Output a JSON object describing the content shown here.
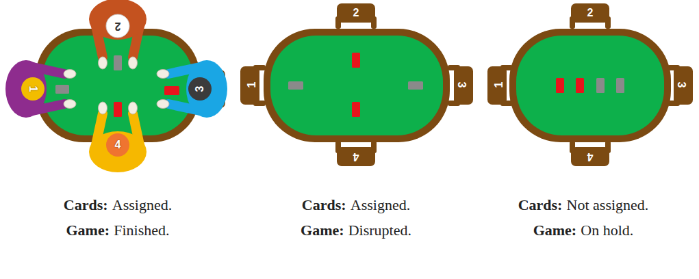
{
  "diagram": {
    "labels": [
      "1",
      "2",
      "3",
      "4",
      "1",
      "2",
      "3",
      "4",
      "1",
      "2",
      "3",
      "4",
      "Cards:",
      "Assigned.",
      "Game:",
      "Finished.",
      "Cards:",
      "Assigned.",
      "Game:",
      "Disrupted.",
      "Cards:",
      "Not assigned.",
      "Game:",
      "On hold."
    ]
  }
}
